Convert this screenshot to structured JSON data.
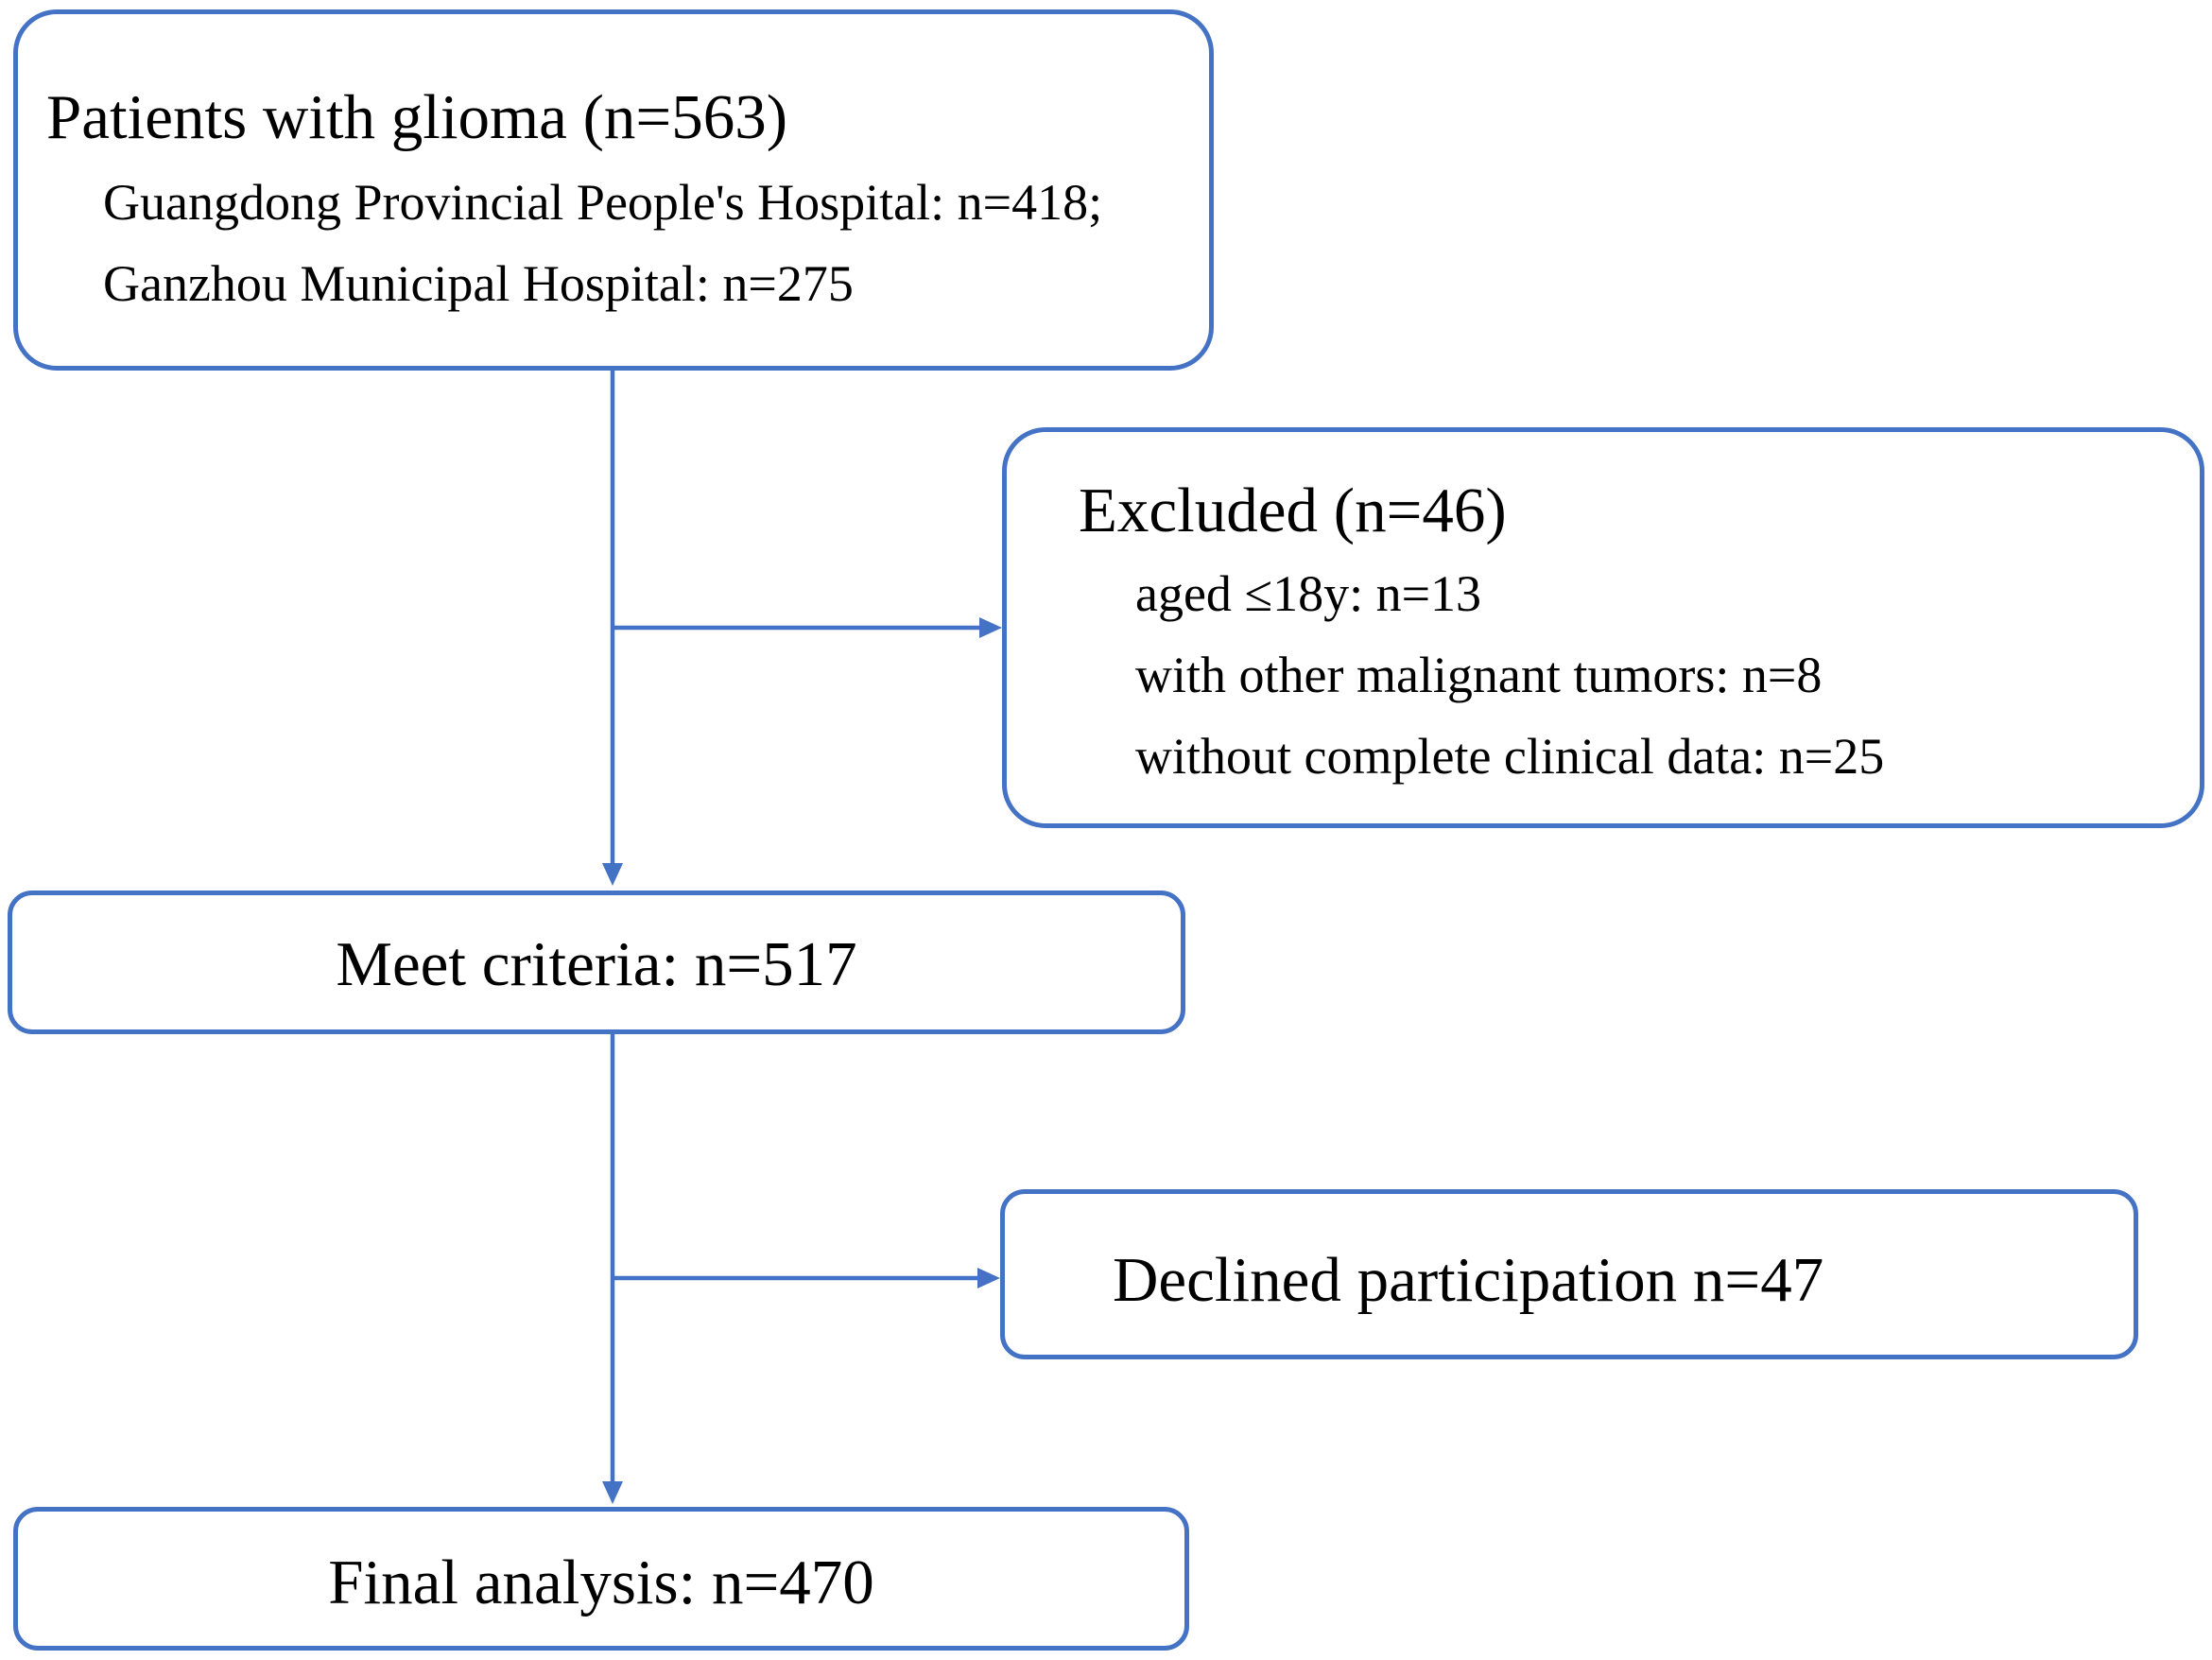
{
  "diagram": {
    "line_color": "#4472C4",
    "nodes": {
      "patients": {
        "title": "Patients with glioma (n=563)",
        "details": [
          "Guangdong Provincial People's Hospital: n=418;",
          "Ganzhou Municipal Hospital: n=275"
        ]
      },
      "excluded": {
        "title": "Excluded (n=46)",
        "details": [
          "aged ≤18y: n=13",
          "with other malignant tumors: n=8",
          "without complete clinical data: n=25"
        ]
      },
      "meet_criteria": {
        "label": "Meet criteria: n=517"
      },
      "declined": {
        "label": "Declined participation n=47"
      },
      "final": {
        "label": "Final analysis: n=470"
      }
    }
  }
}
